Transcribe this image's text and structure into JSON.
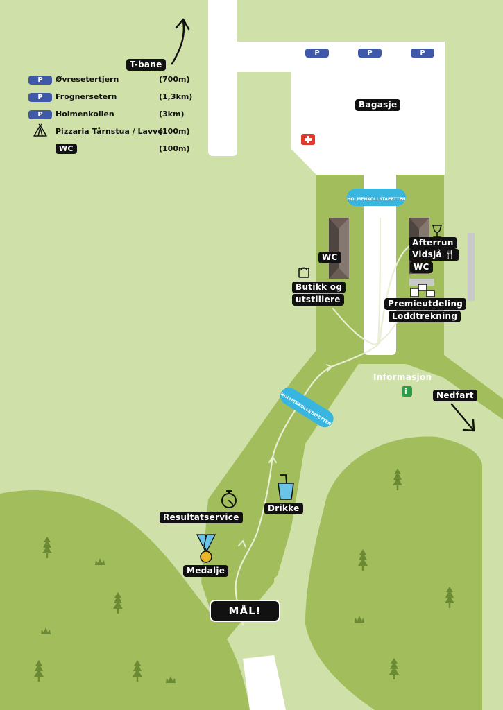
{
  "legend": {
    "items": [
      {
        "badge": "P",
        "name": "Øvresetertjern",
        "distance": "(700m)"
      },
      {
        "badge": "P",
        "name": "Frognersetern",
        "distance": "(1,3km)"
      },
      {
        "badge": "P",
        "name": "Holmenkollen",
        "distance": "(3km)"
      },
      {
        "badge": "tent",
        "name": "Pizzaria Tårnstua / Lavvo",
        "distance": "(100m)"
      },
      {
        "badge": "WC",
        "name": "",
        "distance": "(100m)"
      }
    ]
  },
  "labels": {
    "tbane": "T-bane",
    "bagasje": "Bagasje",
    "wc_left": "WC",
    "afterrun": "Afterrun",
    "vidsja": "Vidsjå",
    "wc_right": "WC",
    "butikk_1": "Butikk og",
    "butikk_2": "utstillere",
    "premie": "Premieutdeling",
    "lodd": "Loddtrekning",
    "informasjon": "Informasjon",
    "nedfart": "Nedfart",
    "resultatservice": "Resultatservice",
    "drikke": "Drikke",
    "medalje": "Medalje",
    "maal": "MÅL!",
    "parking": "P",
    "info_i": "i"
  },
  "banner_text": "HOLMENKOLLSTAFETTEN",
  "colors": {
    "background_light": "#cfe0a8",
    "grass_dark": "#a2bd5c",
    "road": "#ffffff",
    "parking_blue": "#3f58a8",
    "banner_cyan": "#39b6e0",
    "first_aid_red": "#e03a2d",
    "info_green": "#2a9d48",
    "medal_gold": "#e8b628",
    "ribbon_blue": "#6bc4e8",
    "label_black": "#111111"
  },
  "icons": [
    "arrow-up-icon",
    "parking-icon",
    "tent-icon",
    "first-aid-icon",
    "shopping-bag-icon",
    "wine-glass-icon",
    "cutlery-icon",
    "podium-icon",
    "info-icon",
    "arrow-down-right-icon",
    "stopwatch-icon",
    "drink-cup-icon",
    "medal-icon",
    "tree-icon",
    "shrub-icon",
    "banner-icon"
  ]
}
